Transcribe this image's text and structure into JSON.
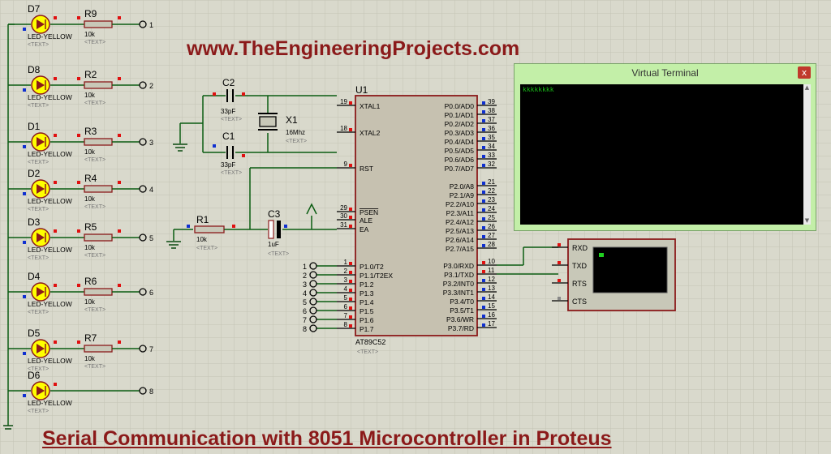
{
  "header": {
    "title": "www.TheEngineeringProjects.com"
  },
  "footer": {
    "caption": "Serial Communication with 8051 Microcontroller in Proteus"
  },
  "text_placeholder": "<TEXT>",
  "leds": [
    {
      "ref": "D7",
      "type": "LED-YELLOW",
      "res": "R9",
      "val": "10k",
      "node": "1"
    },
    {
      "ref": "D8",
      "type": "LED-YELLOW",
      "res": "R2",
      "val": "10k",
      "node": "2"
    },
    {
      "ref": "D1",
      "type": "LED-YELLOW",
      "res": "R3",
      "val": "10k",
      "node": "3"
    },
    {
      "ref": "D2",
      "type": "LED-YELLOW",
      "res": "R4",
      "val": "10k",
      "node": "4"
    },
    {
      "ref": "D3",
      "type": "LED-YELLOW",
      "res": "R5",
      "val": "10k",
      "node": "5"
    },
    {
      "ref": "D4",
      "type": "LED-YELLOW",
      "res": "R6",
      "val": "10k",
      "node": "6"
    },
    {
      "ref": "D5",
      "type": "LED-YELLOW",
      "res": "R7",
      "val": "10k",
      "node": "7"
    },
    {
      "ref": "D6",
      "type": "LED-YELLOW",
      "res": "",
      "val": "",
      "node": "8"
    }
  ],
  "osc": {
    "c2": {
      "ref": "C2",
      "val": "33pF"
    },
    "c1": {
      "ref": "C1",
      "val": "33pF"
    },
    "x1": {
      "ref": "X1",
      "val": "16Mhz"
    }
  },
  "reset": {
    "r1": {
      "ref": "R1",
      "val": "10k"
    },
    "c3": {
      "ref": "C3",
      "val": "1uF"
    }
  },
  "mcu": {
    "ref": "U1",
    "part": "AT89C52",
    "left_pins": [
      {
        "num": "19",
        "name": "XTAL1"
      },
      {
        "num": "18",
        "name": "XTAL2"
      },
      {
        "num": "9",
        "name": "RST"
      },
      {
        "num": "29",
        "name": "PSEN"
      },
      {
        "num": "30",
        "name": "ALE"
      },
      {
        "num": "31",
        "name": "EA"
      },
      {
        "num": "1",
        "name": "P1.0/T2"
      },
      {
        "num": "2",
        "name": "P1.1/T2EX"
      },
      {
        "num": "3",
        "name": "P1.2"
      },
      {
        "num": "4",
        "name": "P1.3"
      },
      {
        "num": "5",
        "name": "P1.4"
      },
      {
        "num": "6",
        "name": "P1.5"
      },
      {
        "num": "7",
        "name": "P1.6"
      },
      {
        "num": "8",
        "name": "P1.7"
      }
    ],
    "right_pins": [
      {
        "num": "39",
        "name": "P0.0/AD0"
      },
      {
        "num": "38",
        "name": "P0.1/AD1"
      },
      {
        "num": "37",
        "name": "P0.2/AD2"
      },
      {
        "num": "36",
        "name": "P0.3/AD3"
      },
      {
        "num": "35",
        "name": "P0.4/AD4"
      },
      {
        "num": "34",
        "name": "P0.5/AD5"
      },
      {
        "num": "33",
        "name": "P0.6/AD6"
      },
      {
        "num": "32",
        "name": "P0.7/AD7"
      },
      {
        "num": "21",
        "name": "P2.0/A8"
      },
      {
        "num": "22",
        "name": "P2.1/A9"
      },
      {
        "num": "23",
        "name": "P2.2/A10"
      },
      {
        "num": "24",
        "name": "P2.3/A11"
      },
      {
        "num": "25",
        "name": "P2.4/A12"
      },
      {
        "num": "26",
        "name": "P2.5/A13"
      },
      {
        "num": "27",
        "name": "P2.6/A14"
      },
      {
        "num": "28",
        "name": "P2.7/A15"
      },
      {
        "num": "10",
        "name": "P3.0/RXD"
      },
      {
        "num": "11",
        "name": "P3.1/TXD"
      },
      {
        "num": "12",
        "name": "P3.2/INT0"
      },
      {
        "num": "13",
        "name": "P3.3/INT1"
      },
      {
        "num": "14",
        "name": "P3.4/T0"
      },
      {
        "num": "15",
        "name": "P3.5/T1"
      },
      {
        "num": "16",
        "name": "P3.6/WR"
      },
      {
        "num": "17",
        "name": "P3.7/RD"
      }
    ]
  },
  "terminal_component": {
    "pins": [
      "RXD",
      "TXD",
      "RTS",
      "CTS"
    ]
  },
  "virtual_terminal": {
    "title": "Virtual Terminal",
    "close_label": "x",
    "output": "kkkkkkkk",
    "scroll_up": "▲",
    "scroll_down": "▼"
  },
  "colors": {
    "title_red": "#8b1a1a",
    "wire_green": "#0a5c12",
    "component_red": "#8b1a1a",
    "chip_fill": "#c6c1b0",
    "led_yellow": "#ffff00",
    "pin_red": "#e01010",
    "pin_blue": "#1030d0",
    "vt_green": "#c3efa8"
  }
}
